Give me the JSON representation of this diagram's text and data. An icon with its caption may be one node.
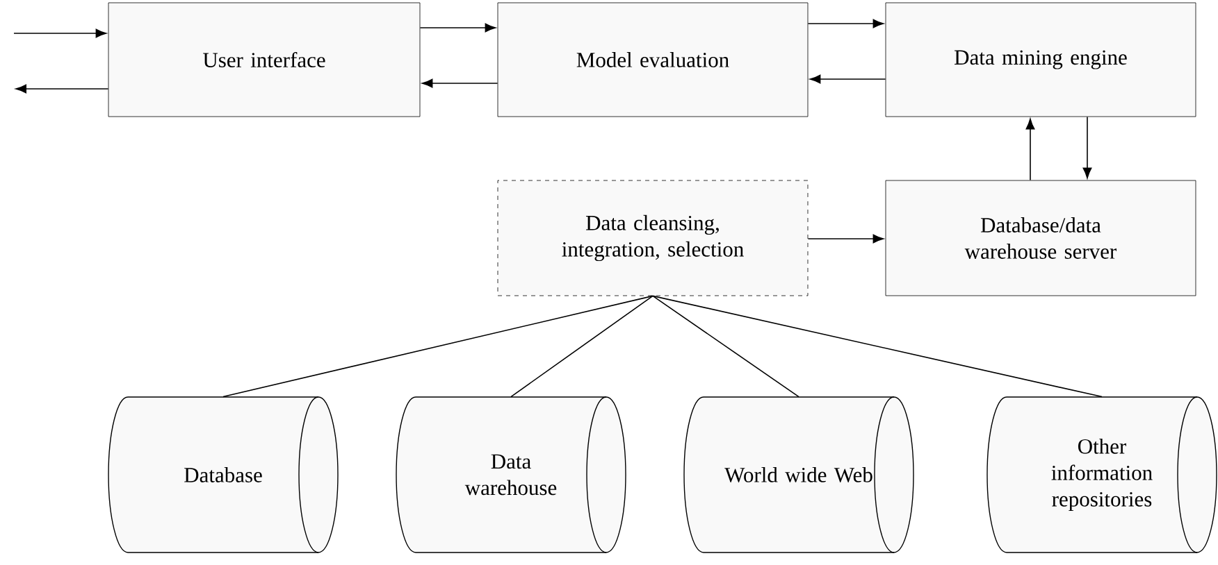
{
  "diagram": {
    "nodes": [
      {
        "text": [
          "User interface"
        ]
      },
      {
        "text": [
          "Model evaluation"
        ]
      },
      {
        "text": [
          "Data mining engine"
        ]
      },
      {
        "text": [
          "Data cleansing, integration, selection"
        ]
      },
      {
        "text": [
          "Database/data warehouse server"
        ]
      },
      {
        "text": [
          "Database"
        ]
      },
      {
        "text": [
          "Data warehouse"
        ]
      },
      {
        "text": [
          "World wide Web"
        ]
      },
      {
        "text": [
          "Other information repositories"
        ]
      }
    ],
    "edges": [
      {
        "from": null,
        "to": 0,
        "arrow": "to"
      },
      {
        "from": 0,
        "to": null,
        "arrow": "to"
      },
      {
        "from": 0,
        "to": 1,
        "arrow": "to"
      },
      {
        "from": 1,
        "to": 0,
        "arrow": "to"
      },
      {
        "from": 1,
        "to": 2,
        "arrow": "to"
      },
      {
        "from": 2,
        "to": 1,
        "arrow": "to"
      },
      {
        "from": 4,
        "to": 2,
        "arrow": "to"
      },
      {
        "from": 2,
        "to": 4,
        "arrow": "to"
      },
      {
        "from": 3,
        "to": 4,
        "arrow": "to"
      },
      {
        "from": 5,
        "to": 3,
        "arrow": "none"
      },
      {
        "from": 6,
        "to": 3,
        "arrow": "none"
      },
      {
        "from": 7,
        "to": 3,
        "arrow": "none"
      },
      {
        "from": 8,
        "to": 3,
        "arrow": "none"
      }
    ]
  }
}
